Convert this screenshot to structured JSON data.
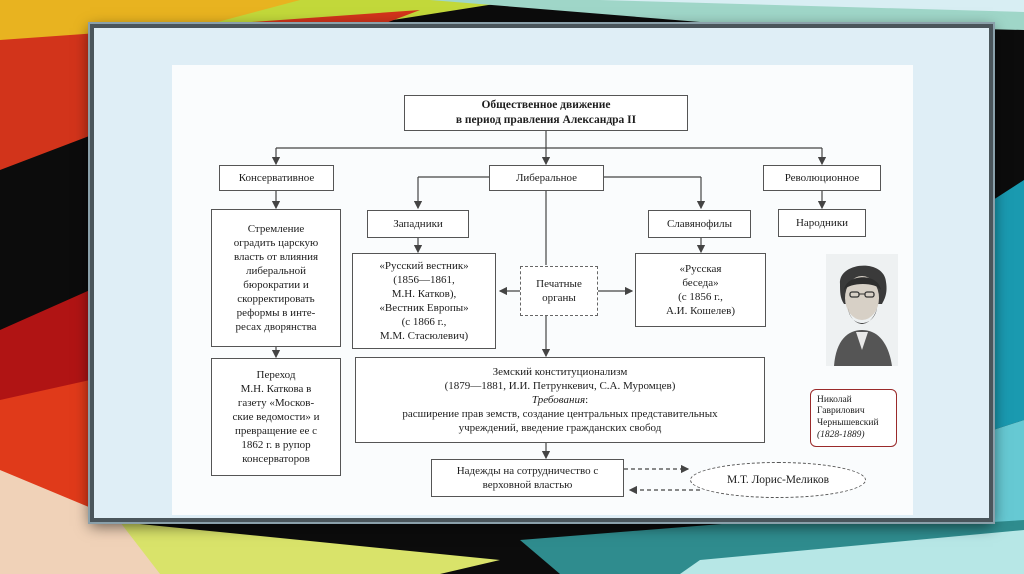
{
  "chart": {
    "title": "Общественное движение\nв период правления Александра II",
    "conservative": {
      "label": "Консервативное",
      "aim": "Стремление\nоградить царскую\nвласть от влияния\nлиберальной\nбюрократии и\nскорректировать\nреформы в инте-\nресах дворянства",
      "transition": "Переход\nМ.Н. Каткова в\nгазету «Москов-\nские ведомости» и\nпревращение ее с\n1862 г. в рупор\nконсерваторов"
    },
    "liberal": {
      "label": "Либеральное",
      "westerners": {
        "label": "Западники",
        "details": "«Русский вестник»\n(1856—1861,\nМ.Н. Катков),\n«Вестник Европы»\n(с 1866 г.,\nМ.М. Стасюлевич)"
      },
      "press": "Печатные\nорганы",
      "slavophiles": {
        "label": "Славянофилы",
        "details": "«Русская\nбеседа»\n(с 1856 г.,\nА.И. Кошелев)"
      },
      "zemstvo": {
        "title": "Земский конституционализм",
        "years": "(1879—1881, И.И. Петрункевич, С.А. Муромцев)",
        "req_label": "Требования",
        "req_colon": ":",
        "requirements": "расширение прав земств, создание центральных представительных\nучреждений, введение гражданских свобод"
      },
      "hopes": "Надежды на сотрудничество с\nверховной властью",
      "loris": "М.Т. Лорис-Меликов"
    },
    "revolutionary": {
      "label": "Революционное",
      "narodniki": "Народники"
    }
  },
  "portrait": {
    "caption_name": "Николай\nГаврилович\nЧернышевский",
    "caption_years": "(1828-1889)"
  },
  "colors": {
    "frame_border": "#4a555b",
    "frame_bg": "#dfeef6",
    "box_border": "#555555",
    "caption_border": "#9a2a2a"
  }
}
